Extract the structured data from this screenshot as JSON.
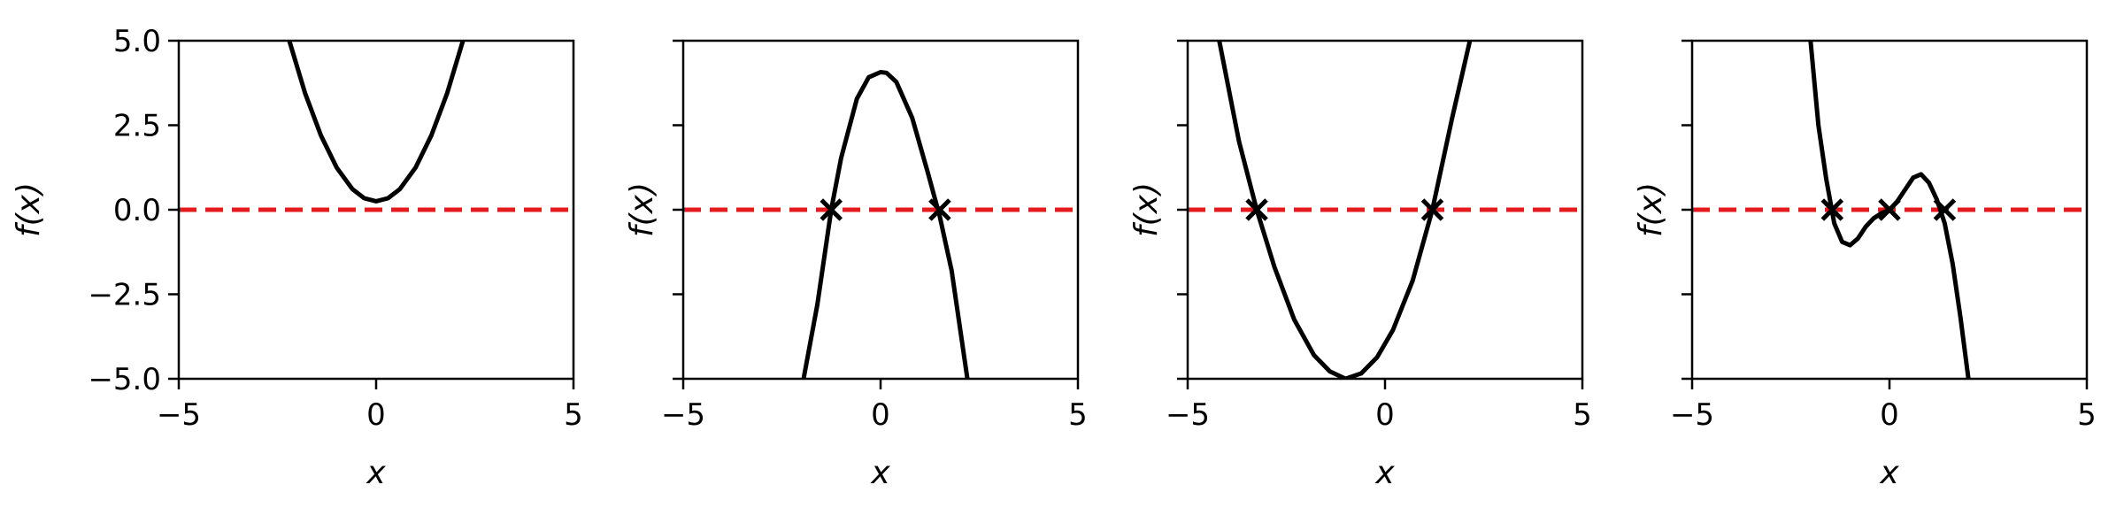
{
  "chart_data": [
    {
      "type": "line",
      "xlabel": "x",
      "ylabel": "f(x)",
      "xlim": [
        -5,
        5
      ],
      "ylim": [
        -5,
        5
      ],
      "xticks": [
        -5,
        0,
        5
      ],
      "yticks": [
        -5.0,
        -2.5,
        0.0,
        2.5,
        5.0
      ],
      "ytick_labels": [
        "−5.0",
        "−2.5",
        "0.0",
        "2.5",
        "5.0"
      ],
      "xtick_labels": [
        "−5",
        "0",
        "5"
      ],
      "show_ytick_labels": true,
      "series": [
        {
          "color": "#000000",
          "x": [
            -2.2,
            -1.8,
            -1.4,
            -1.0,
            -0.6,
            -0.3,
            0.0,
            0.3,
            0.6,
            1.0,
            1.4,
            1.8,
            2.2
          ],
          "y": [
            5.0,
            3.45,
            2.2,
            1.25,
            0.61,
            0.34,
            0.25,
            0.34,
            0.61,
            1.25,
            2.2,
            3.45,
            5.0
          ]
        }
      ],
      "zero_line": {
        "y": 0,
        "color": "#e41a1c",
        "style": "dashed"
      },
      "roots": []
    },
    {
      "type": "line",
      "xlabel": "x",
      "ylabel": "f(x)",
      "xlim": [
        -5,
        5
      ],
      "ylim": [
        -5,
        5
      ],
      "xticks": [
        -5,
        0,
        5
      ],
      "yticks": [
        -5.0,
        -2.5,
        0.0,
        2.5,
        5.0
      ],
      "ytick_labels": [
        "−5.0",
        "−2.5",
        "0.0",
        "2.5",
        "5.0"
      ],
      "xtick_labels": [
        "−5",
        "0",
        "5"
      ],
      "show_ytick_labels": false,
      "series": [
        {
          "color": "#000000",
          "x": [
            -1.95,
            -1.6,
            -1.25,
            -1.0,
            -0.6,
            -0.3,
            0.0,
            0.15,
            0.4,
            0.8,
            1.2,
            1.5,
            1.8,
            2.2
          ],
          "y": [
            -5.0,
            -2.8,
            0.01,
            1.53,
            3.28,
            3.92,
            4.07,
            4.05,
            3.78,
            2.72,
            1.09,
            -0.2,
            -1.8,
            -5.0
          ]
        }
      ],
      "zero_line": {
        "y": 0,
        "color": "#e41a1c",
        "style": "dashed"
      },
      "roots": [
        -1.25,
        1.5
      ]
    },
    {
      "type": "line",
      "xlabel": "x",
      "ylabel": "f(x)",
      "xlim": [
        -5,
        5
      ],
      "ylim": [
        -5,
        5
      ],
      "xticks": [
        -5,
        0,
        5
      ],
      "yticks": [
        -5.0,
        -2.5,
        0.0,
        2.5,
        5.0
      ],
      "ytick_labels": [
        "−5.0",
        "−2.5",
        "0.0",
        "2.5",
        "5.0"
      ],
      "xtick_labels": [
        "−5",
        "0",
        "5"
      ],
      "show_ytick_labels": false,
      "series": [
        {
          "color": "#000000",
          "x": [
            -4.2,
            -3.7,
            -3.25,
            -2.8,
            -2.3,
            -1.8,
            -1.4,
            -1.0,
            -0.6,
            -0.2,
            0.2,
            0.7,
            1.2,
            1.7,
            2.15
          ],
          "y": [
            5.0,
            2.02,
            0.0,
            -1.7,
            -3.25,
            -4.3,
            -4.78,
            -5.0,
            -4.84,
            -4.36,
            -3.56,
            -2.1,
            0.0,
            2.71,
            5.0
          ]
        }
      ],
      "zero_line": {
        "y": 0,
        "color": "#e41a1c",
        "style": "dashed"
      },
      "roots": [
        -3.25,
        1.2
      ]
    },
    {
      "type": "line",
      "xlabel": "x",
      "ylabel": "f(x)",
      "xlim": [
        -5,
        5
      ],
      "ylim": [
        -5,
        5
      ],
      "xticks": [
        -5,
        0,
        5
      ],
      "yticks": [
        -5.0,
        -2.5,
        0.0,
        2.5,
        5.0
      ],
      "ytick_labels": [
        "−5.0",
        "−2.5",
        "0.0",
        "2.5",
        "5.0"
      ],
      "xtick_labels": [
        "−5",
        "0",
        "5"
      ],
      "show_ytick_labels": false,
      "series": [
        {
          "color": "#000000",
          "x": [
            -2.0,
            -1.8,
            -1.6,
            -1.4,
            -1.2,
            -1.0,
            -0.8,
            -0.6,
            -0.4,
            -0.2,
            0.0,
            0.2,
            0.4,
            0.6,
            0.8,
            1.0,
            1.2,
            1.4,
            1.6,
            1.8,
            2.0
          ],
          "y": [
            5.0,
            2.5,
            0.9,
            -0.4,
            -0.95,
            -1.05,
            -0.85,
            -0.5,
            -0.25,
            -0.1,
            0.0,
            0.25,
            0.6,
            0.95,
            1.05,
            0.8,
            0.3,
            -0.4,
            -1.6,
            -3.2,
            -5.0
          ]
        }
      ],
      "zero_line": {
        "y": 0,
        "color": "#e41a1c",
        "style": "dashed"
      },
      "roots": [
        -1.45,
        0.0,
        1.4
      ]
    }
  ]
}
